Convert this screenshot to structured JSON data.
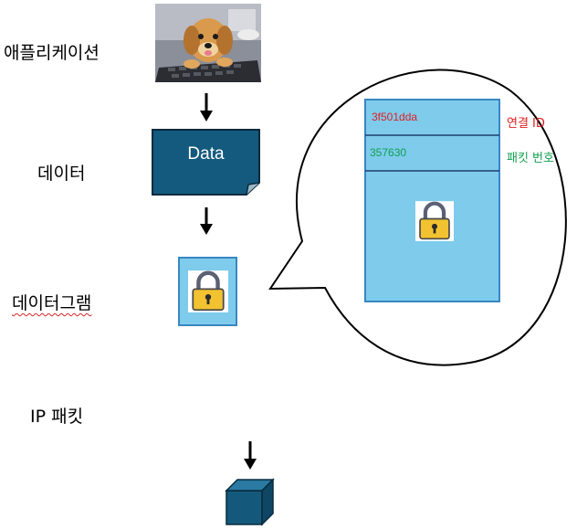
{
  "labels": {
    "application": "애플리케이션",
    "data": "데이터",
    "datagram": "데이터그램",
    "ip_packet": "IP 패킷"
  },
  "document_text": "Data",
  "packet": {
    "connection_id_value": "3f501dda",
    "connection_id_label": "연결 ID",
    "packet_number_value": "357630",
    "packet_number_label": "패킷 번호"
  },
  "colors": {
    "doc_fill": "#135a7e",
    "panel_fill": "#7ecbec",
    "panel_border": "#3a86c0",
    "conn_id": "#e02020",
    "packet_num": "#10a050",
    "lock_body": "#f2c230",
    "cube": "#14597c"
  }
}
